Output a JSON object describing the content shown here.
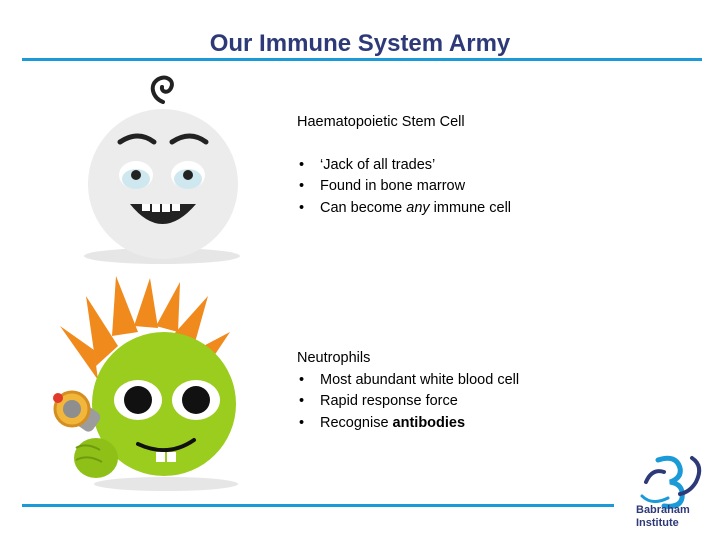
{
  "slide": {
    "title": "Our Immune System Army"
  },
  "stem_cell": {
    "heading": "Haematopoietic Stem Cell",
    "bullets": [
      "‘Jack of all trades’",
      "Found in bone marrow"
    ],
    "bullet3_prefix": "Can become ",
    "bullet3_emph": "any",
    "bullet3_suffix": " immune cell"
  },
  "neutrophils": {
    "heading": "Neutrophils",
    "bullets": [
      "Most abundant white blood cell",
      "Rapid response force"
    ],
    "bullet3_prefix": "Recognise ",
    "bullet3_bold": "antibodies"
  },
  "logo": {
    "line1": "Babraham",
    "line2": "Institute"
  },
  "colors": {
    "title": "#2e3a78",
    "rule": "#1a9ad6",
    "stem_body": "#ececec",
    "neutrophil_body": "#9acd1e",
    "neutrophil_hair": "#f08a1c"
  }
}
